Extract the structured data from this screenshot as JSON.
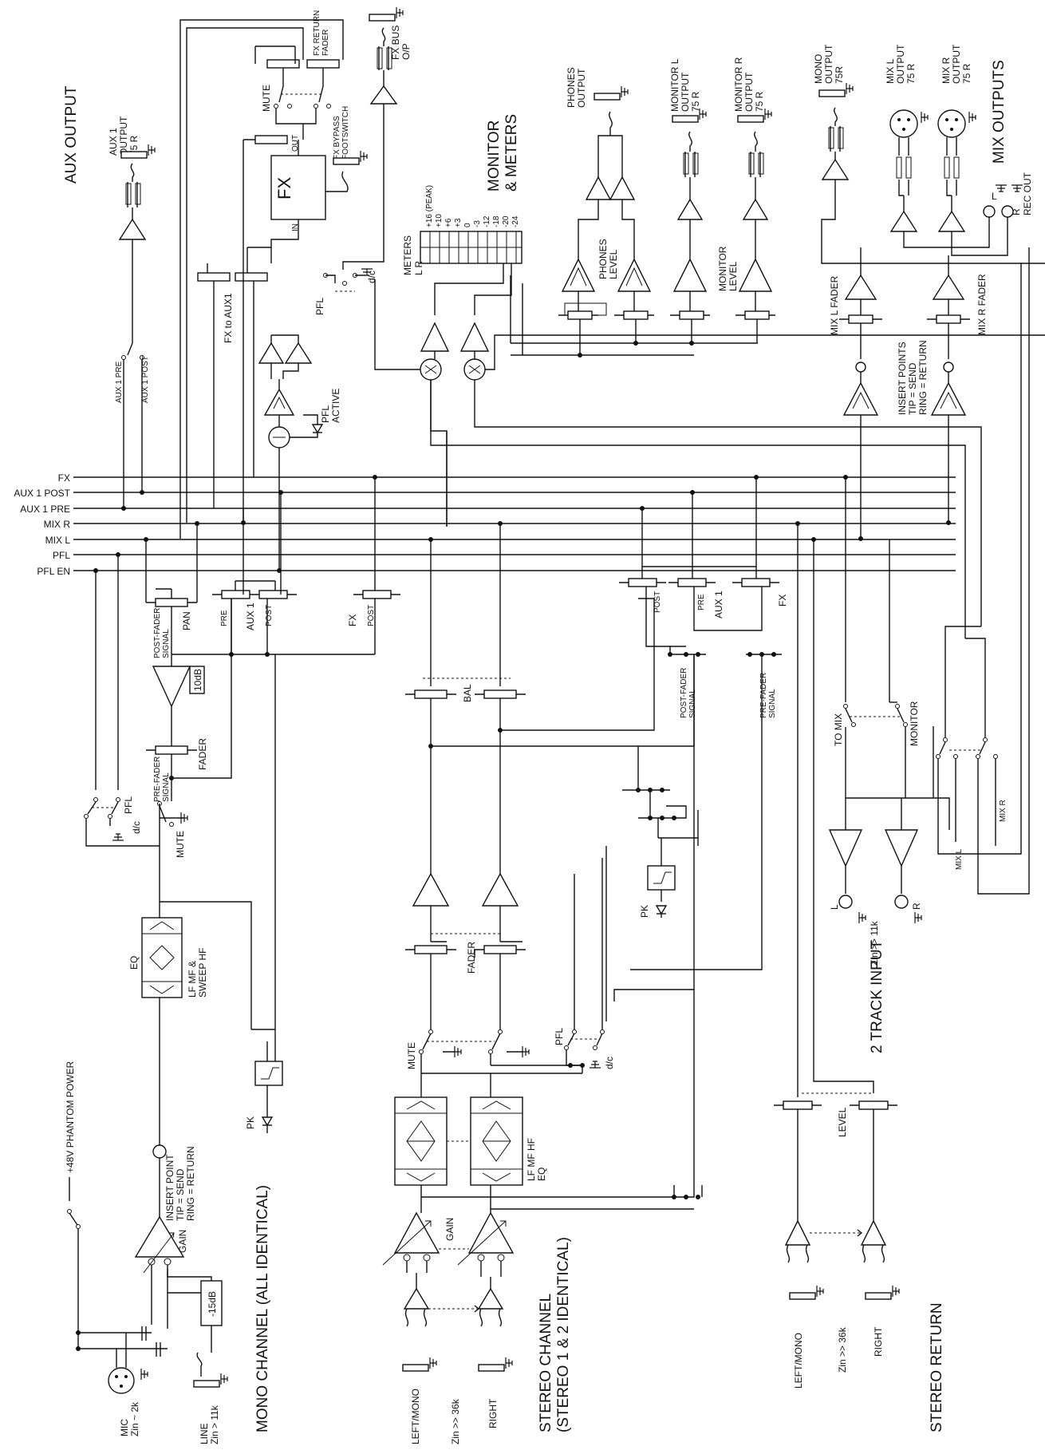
{
  "buses": [
    "FX",
    "AUX 1 POST",
    "AUX 1 PRE",
    "MIX R",
    "MIX L",
    "PFL",
    "PFL EN"
  ],
  "sections": {
    "aux_output": "AUX OUTPUT",
    "monitor_meters": [
      "MONITOR",
      "& METERS"
    ],
    "mix_outputs": "MIX OUTPUTS",
    "mono_channel": "MONO CHANNEL (ALL IDENTICAL)",
    "stereo_channel": [
      "STEREO CHANNEL",
      "(STEREO 1 & 2 IDENTICAL)"
    ],
    "stereo_return": "STEREO RETURN",
    "two_track_input": "2 TRACK INPUT"
  },
  "labels": {
    "aux1_output": [
      "AUX 1",
      "OUTPUT",
      "75 R"
    ],
    "aux1_pre": "AUX 1 PRE",
    "aux1_post": "AUX 1 POST",
    "fx_return_fader": [
      "FX RETURN",
      "FADER"
    ],
    "fx_bus_op": [
      "FX BUS",
      "O/P"
    ],
    "mute": "MUTE",
    "fx_bypass": [
      "FX BYPASS",
      "FOOTSWITCH"
    ],
    "fx": "FX",
    "out": "OUT",
    "in": "IN",
    "fx_to_aux1": "FX to AUX1",
    "pfl": "PFL",
    "dc": "d/c",
    "pfl_active": [
      "PFL",
      "ACTIVE"
    ],
    "meters": [
      "METERS",
      "L  R"
    ],
    "meter_scale": [
      "+16 (PEAK)",
      "+10",
      "+6",
      "+3",
      "0",
      "-3",
      "-12",
      "-18",
      "-20",
      "-24"
    ],
    "phones_output": [
      "PHONES",
      "OUTPUT"
    ],
    "phones_level": [
      "PHONES",
      "LEVEL"
    ],
    "monitor_l_output": [
      "MONITOR L",
      "OUTPUT",
      "75 R"
    ],
    "monitor_r_output": [
      "MONITOR R",
      "OUTPUT",
      "75 R"
    ],
    "monitor_level": [
      "MONITOR",
      "LEVEL"
    ],
    "mono_output": [
      "MONO",
      "OUTPUT",
      "75R"
    ],
    "mix_l_output": [
      "MIX L",
      "OUTPUT",
      "75 R"
    ],
    "mix_r_output": [
      "MIX R",
      "OUTPUT",
      "75 R"
    ],
    "rec_out": "REC OUT",
    "rec_l": "L",
    "rec_r": "R",
    "mix_l_fader": "MIX L FADER",
    "mix_r_fader": "MIX R FADER",
    "insert_points": [
      "INSERT POINTS",
      "TIP = SEND",
      "RING = RETURN"
    ],
    "post_fader_signal": [
      "POST-FADER",
      "SIGNAL"
    ],
    "pan": "PAN",
    "pre": "PRE",
    "post": "POST",
    "aux1": "AUX 1",
    "ten_db": "10dB",
    "fader": "FADER",
    "pre_fader_signal": [
      "PRE-FADER",
      "SIGNAL"
    ],
    "eq": "EQ",
    "eq_mono_bands": [
      "LF  MF &",
      "SWEEP  HF"
    ],
    "pk": "PK",
    "insert_point": [
      "INSERT POINT",
      "TIP = SEND",
      "RING = RETURN"
    ],
    "phantom": "+48V PHANTOM POWER",
    "gain": "GAIN",
    "minus15db": "-15dB",
    "mic": [
      "MIC",
      "Zin ~ 2k"
    ],
    "line": [
      "LINE",
      "Zin > 11k"
    ],
    "bal": "BAL",
    "eq_stereo_bands": [
      "LF  MF  HF",
      "EQ"
    ],
    "left_mono": "LEFT/MONO",
    "zin36k": "Zin >> 36k",
    "right": "RIGHT",
    "level": "LEVEL",
    "to_mix": "TO MIX",
    "monitor": "MONITOR",
    "mix_r_small": "MIX R",
    "mix_l_small": "MIX L",
    "zin11k": "Zin >> 11k",
    "track_l": "L",
    "track_r": "R"
  }
}
